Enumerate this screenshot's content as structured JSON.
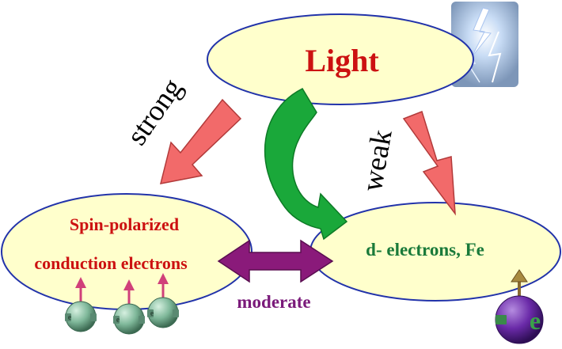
{
  "nodes": {
    "light": {
      "label": "Light"
    },
    "spin": {
      "line1": "Spin-polarized",
      "line2": "conduction electrons"
    },
    "delectrons": {
      "label": "d- electrons, Fe"
    }
  },
  "edges": {
    "strong": {
      "label": "strong"
    },
    "weak": {
      "label": "weak"
    },
    "moderate": {
      "label": "moderate"
    }
  },
  "glyphs": {
    "electron_symbol": "e",
    "minus_sign": "-"
  },
  "colors": {
    "ellipse_fill": "#ffffcc",
    "ellipse_stroke": "#2233aa",
    "light_text": "#cc1111",
    "spin_text": "#cc1111",
    "d_text": "#1a7a3a",
    "moderate_text": "#7a1a7a",
    "red_arrow": "#f26a6a",
    "green_arrow": "#1aa83a",
    "purple_arrow": "#8a1a7a",
    "spin_ball": "#7fb89a",
    "spin_arrow": "#d0407a",
    "fe_ball": "#6a2aa8",
    "fe_arrow": "#8a6a30"
  },
  "icons": [
    "lightning-icon",
    "spin-electron-icon",
    "fe-electron-icon"
  ]
}
